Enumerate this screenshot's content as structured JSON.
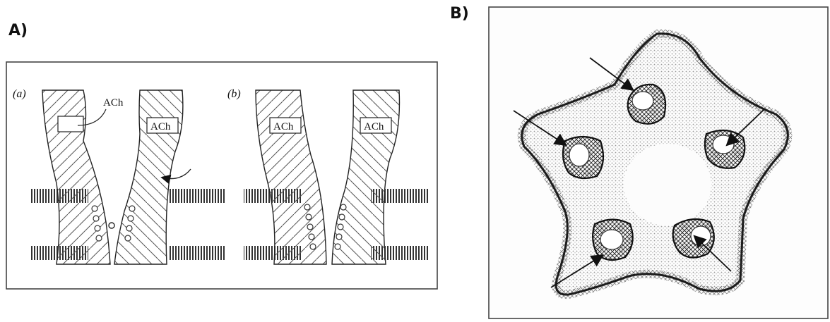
{
  "panel_a": {
    "label": "A)",
    "sub_a": "(a)",
    "sub_b": "(b)",
    "ach_top": "ACh",
    "ach_box_a_right": "ACh",
    "ach_box_b_left": "ACh",
    "ach_box_b_right": "ACh"
  },
  "panel_b": {
    "label": "B)"
  }
}
